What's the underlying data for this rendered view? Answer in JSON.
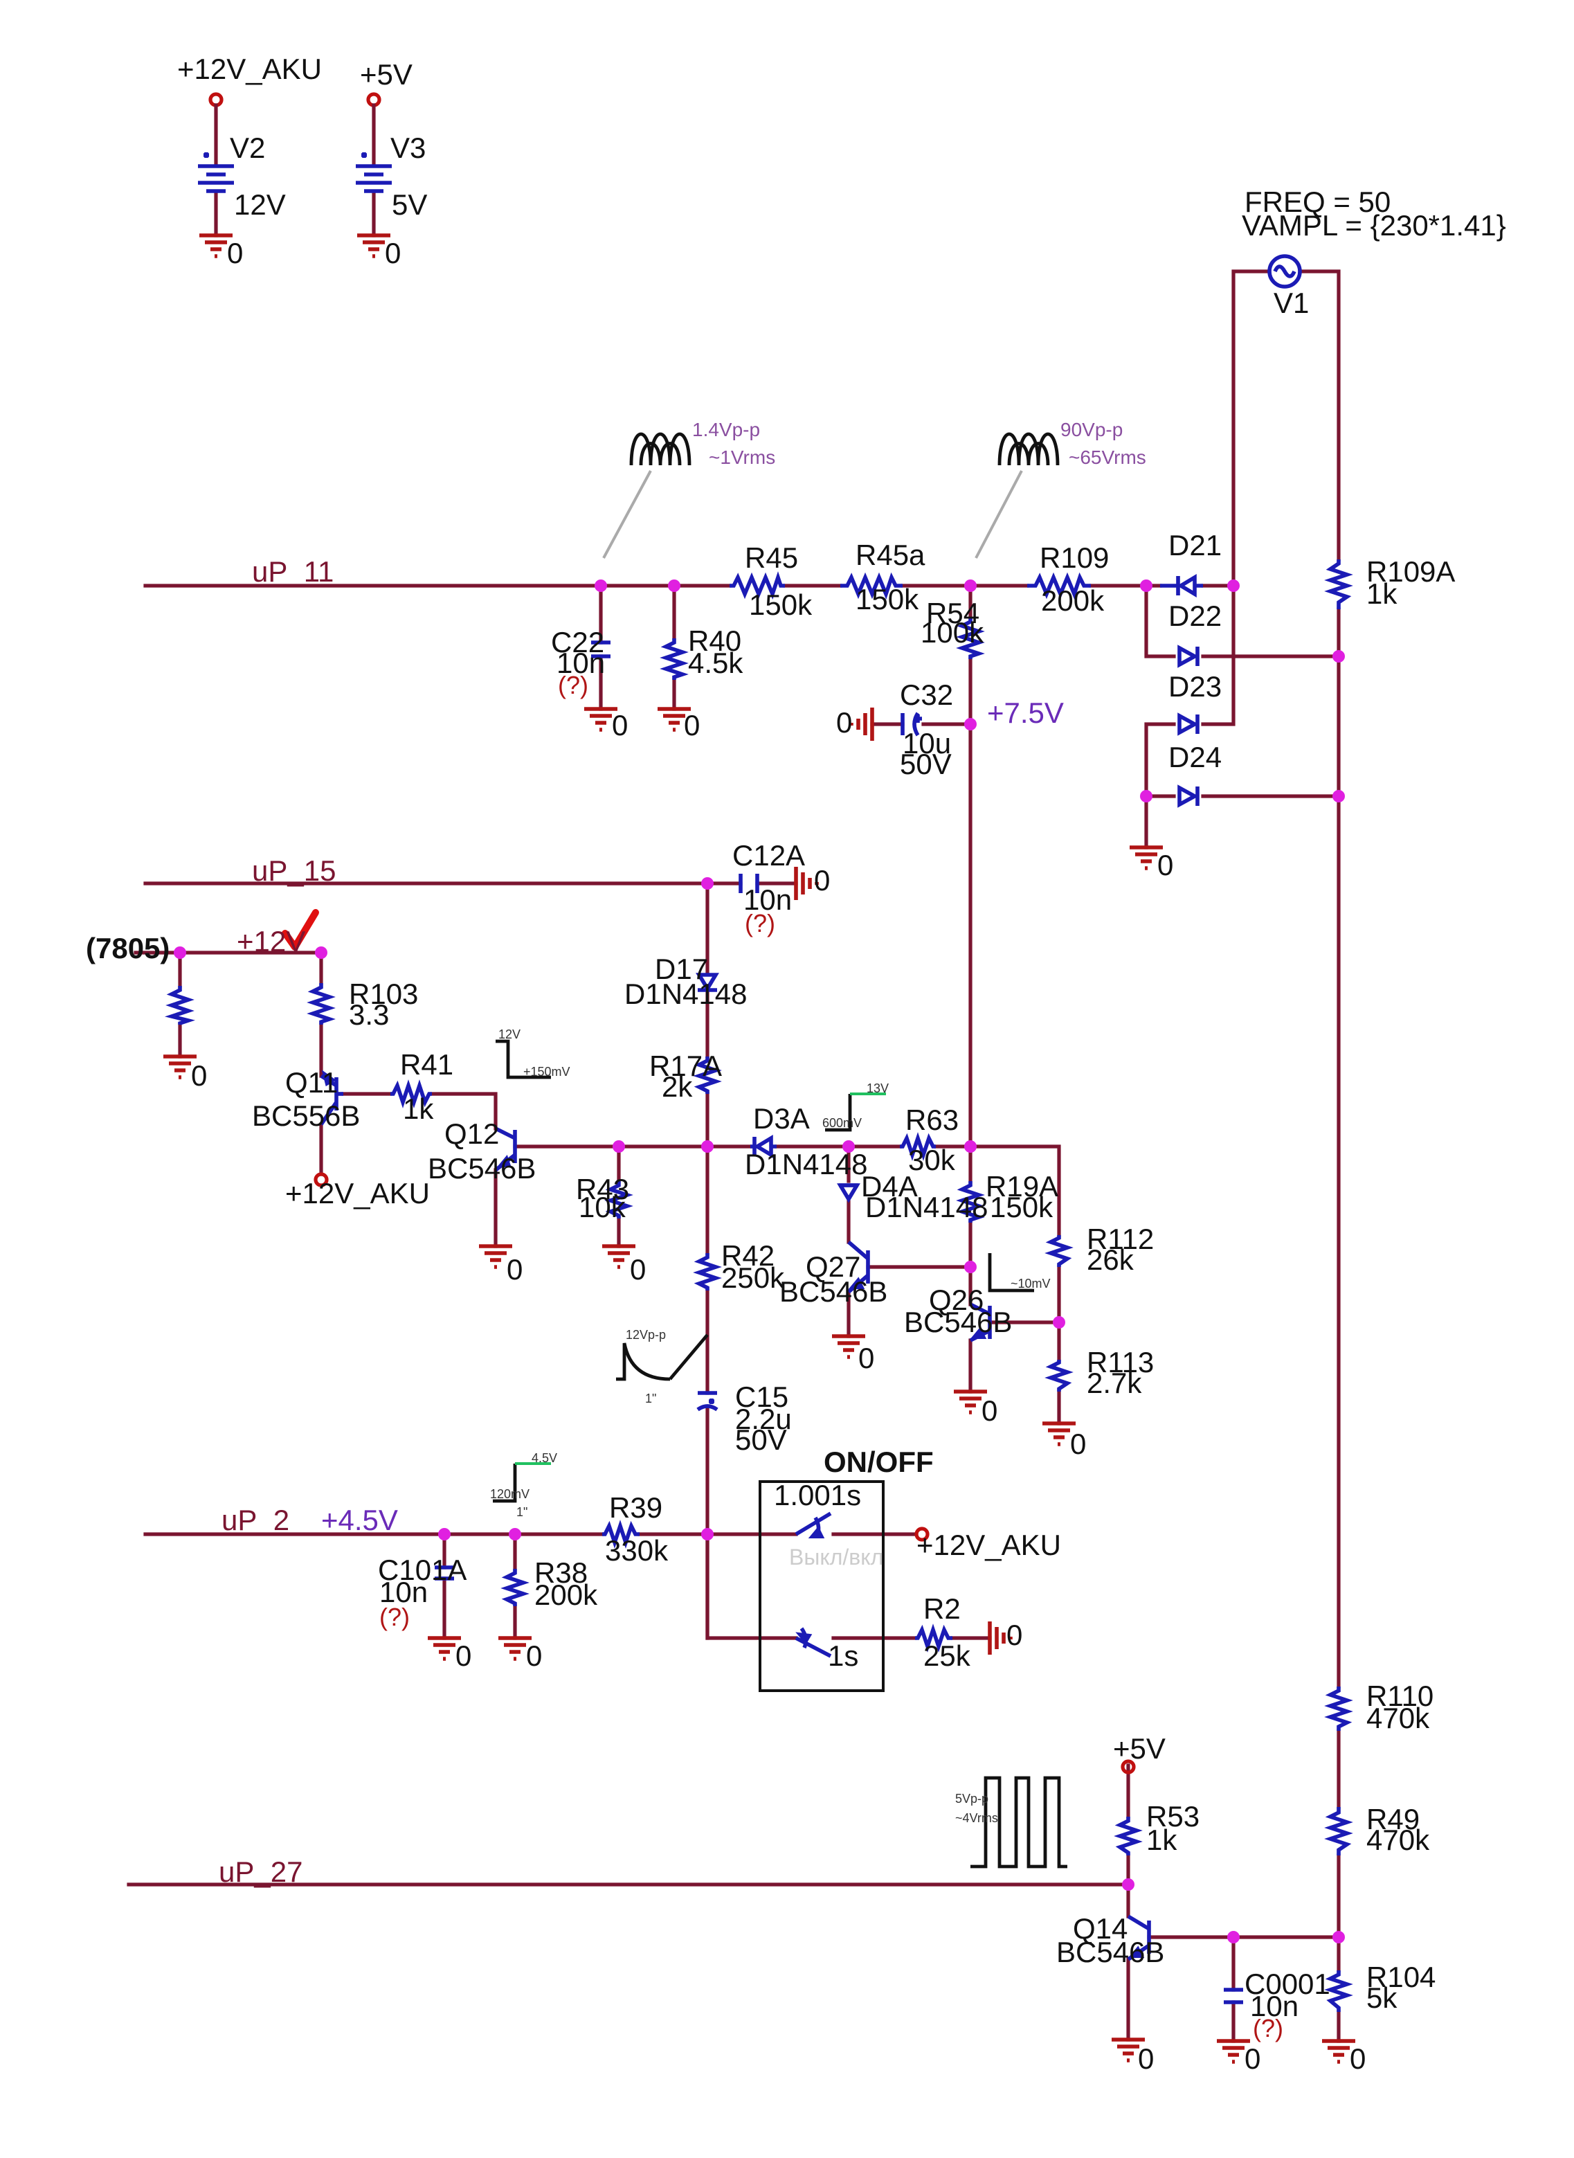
{
  "supplies": {
    "v2": {
      "net": "+12V_AKU",
      "ref": "V2",
      "value": "12V",
      "gnd": "0"
    },
    "v3": {
      "net": "+5V",
      "ref": "V3",
      "value": "5V",
      "gnd": "0"
    }
  },
  "source_v1": {
    "freq": "FREQ = 50",
    "vampl": "VAMPL = {230*1.41}",
    "ref": "V1"
  },
  "nets": {
    "up11": "uP_11",
    "up15": "uP_15",
    "up2": "uP_2",
    "up27": "uP_27",
    "v12": "+12V",
    "reg7805": "(7805)",
    "v12aku_q11": "+12V_AKU",
    "v12aku_sw": "+12V_AKU",
    "v5_r53": "+5V",
    "v75": "+7.5V",
    "v45": "+4.5V",
    "gnd": "0"
  },
  "probes": {
    "p1_vpp": "1.4Vp-p",
    "p1_vrms": "~1Vrms",
    "p2_vpp": "90Vp-p",
    "p2_vrms": "~65Vrms",
    "p3_vpp": "5Vp-p",
    "p3_vrms": "~4Vrms",
    "mini_a_top": "12V",
    "mini_a_bottom": "+150mV",
    "mini_b_top": "13V",
    "mini_b_bottom": "600mV",
    "mini_c_top": "~10mV",
    "mini_d_top": "12Vp-p",
    "mini_d_bottom": "1\"",
    "mini_e_top": "4.5V",
    "mini_e_bottom": "120mV",
    "mini_e_mark": "1\""
  },
  "components": {
    "r45": {
      "ref": "R45",
      "value": "150k"
    },
    "r45a": {
      "ref": "R45a",
      "value": "150k"
    },
    "r109": {
      "ref": "R109",
      "value": "200k"
    },
    "r109a": {
      "ref": "R109A",
      "value": "1k"
    },
    "c22": {
      "ref": "C22",
      "value": "10n",
      "note": "(?)"
    },
    "r40": {
      "ref": "R40",
      "value": "4.5k"
    },
    "r54": {
      "ref": "R54",
      "value": "100k"
    },
    "c32": {
      "ref": "C32",
      "value": "10u",
      "rating": "50V"
    },
    "d21": {
      "ref": "D21"
    },
    "d22": {
      "ref": "D22"
    },
    "d23": {
      "ref": "D23"
    },
    "d24": {
      "ref": "D24"
    },
    "c12a": {
      "ref": "C12A",
      "value": "10n",
      "note": "(?)"
    },
    "d17": {
      "ref": "D17",
      "value": "D1N4148"
    },
    "r103": {
      "ref": "R103",
      "value": "3.3"
    },
    "q11": {
      "ref": "Q11",
      "value": "BC556B"
    },
    "r41": {
      "ref": "R41",
      "value": "1k"
    },
    "q12": {
      "ref": "Q12",
      "value": "BC546B"
    },
    "r17a": {
      "ref": "R17A",
      "value": "2k"
    },
    "d3a": {
      "ref": "D3A",
      "value": "D1N4148"
    },
    "r63": {
      "ref": "R63",
      "value": "30k"
    },
    "r43": {
      "ref": "R43",
      "value": "10k"
    },
    "d4a": {
      "ref": "D4A",
      "value": "D1N4148"
    },
    "r19a": {
      "ref": "R19A",
      "value": "150k"
    },
    "r112": {
      "ref": "R112",
      "value": "26k"
    },
    "r42": {
      "ref": "R42",
      "value": "250k"
    },
    "q27": {
      "ref": "Q27",
      "value": "BC546B"
    },
    "q26": {
      "ref": "Q26",
      "value": "BC546B"
    },
    "r113": {
      "ref": "R113",
      "value": "2.7k"
    },
    "c15": {
      "ref": "C15",
      "value": "2.2u",
      "rating": "50V"
    },
    "r39": {
      "ref": "R39",
      "value": "330k"
    },
    "c101a": {
      "ref": "C101A",
      "value": "10n",
      "note": "(?)"
    },
    "r38": {
      "ref": "R38",
      "value": "200k"
    },
    "r2": {
      "ref": "R2",
      "value": "25k"
    },
    "r110": {
      "ref": "R110",
      "value": "470k"
    },
    "r49": {
      "ref": "R49",
      "value": "470k"
    },
    "r53": {
      "ref": "R53",
      "value": "1k"
    },
    "q14": {
      "ref": "Q14",
      "value": "BC546B"
    },
    "c0001": {
      "ref": "C0001",
      "value": "10n",
      "note": "(?)"
    },
    "r104": {
      "ref": "R104",
      "value": "5k"
    }
  },
  "switch_box": {
    "title": "ON/OFF",
    "sw1_time": "1.001s",
    "sw2_time": "1s",
    "ghost": "Выкл/вкл"
  },
  "colors": {
    "wire": "#7a1530",
    "component": "#1b1bb5",
    "ground": "#b01515",
    "junction": "#e020e0",
    "rail_label": "#6a2bb8",
    "checkmark": "#e01010"
  }
}
